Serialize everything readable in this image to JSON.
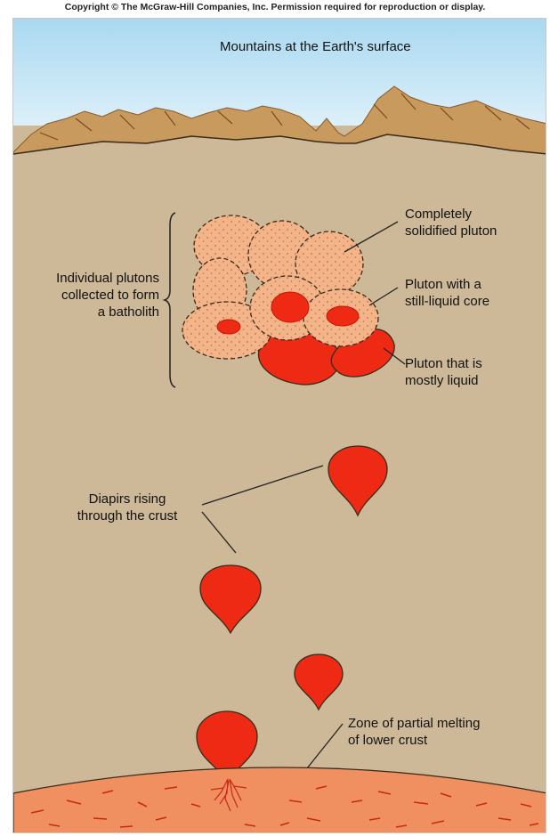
{
  "copyright": "Copyright © The McGraw-Hill Companies, Inc. Permission required for reproduction or display.",
  "labels": {
    "surface": "Mountains at the Earth's surface",
    "batholith": [
      "Individual plutons",
      "collected to form",
      "a batholith"
    ],
    "solidified": [
      "Completely",
      "solidified pluton"
    ],
    "liquid_core": [
      "Pluton with a",
      "still-liquid core"
    ],
    "mostly_liquid": [
      "Pluton that is",
      "mostly liquid"
    ],
    "diapirs": [
      "Diapirs rising",
      "through the crust"
    ],
    "melting_zone": [
      "Zone of partial melting",
      "of lower crust"
    ]
  },
  "colors": {
    "sky_top": "#a9d8f0",
    "sky_bottom": "#eaf6fc",
    "crust": "#cdb898",
    "mountains": "#c89a5e",
    "pluton_solid": "#f4b48a",
    "magma": "#ee2a14",
    "melt_zone": "#f09060"
  }
}
